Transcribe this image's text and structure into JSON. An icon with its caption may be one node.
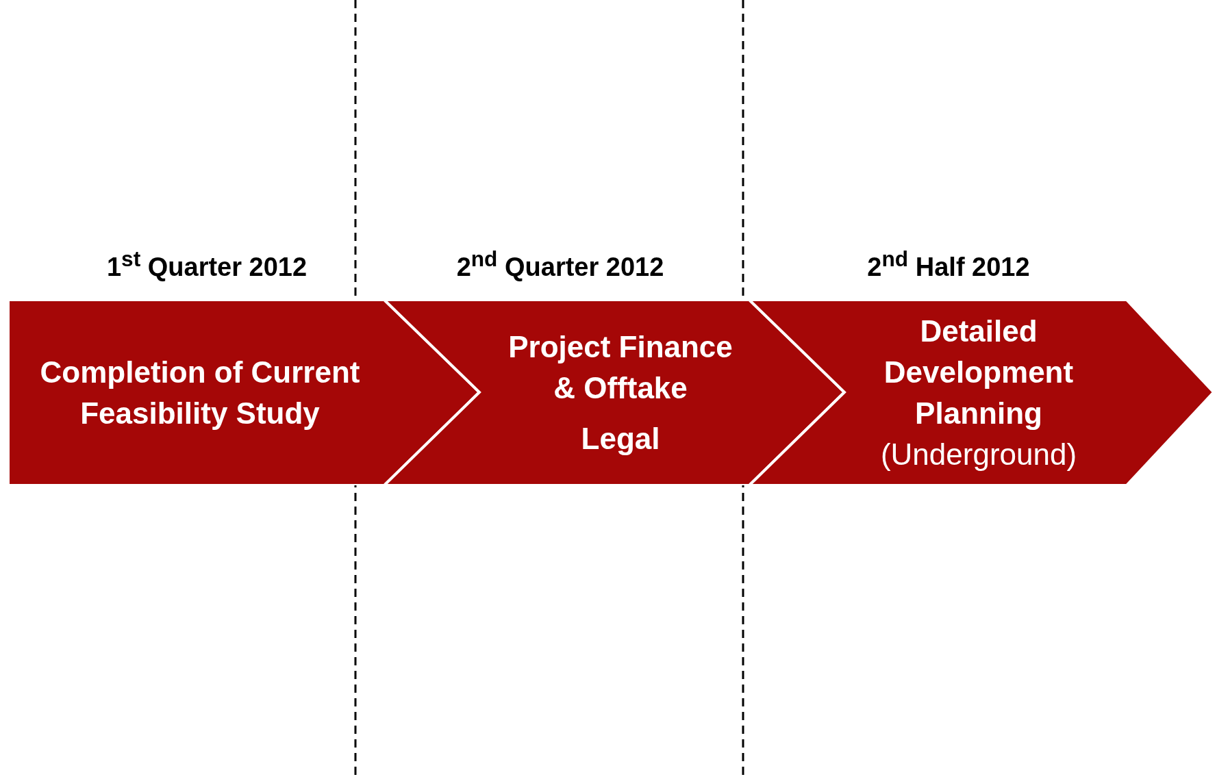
{
  "diagram": {
    "nodes": [
      {
        "text": [
          "Completion of Current Feasibility Study"
        ],
        "beside": [
          "1$^{st}$ Quarter 2012"
        ]
      },
      {
        "text": [
          "Project Finance & Offtake",
          "Legal"
        ],
        "beside": [
          "2$^{nd}$ Quarter 2012"
        ]
      },
      {
        "text": [
          "Detailed Development Planning",
          "(Underground)"
        ],
        "beside": [
          "2$^{nd}$ Half 2012"
        ]
      }
    ],
    "edges": []
  }
}
